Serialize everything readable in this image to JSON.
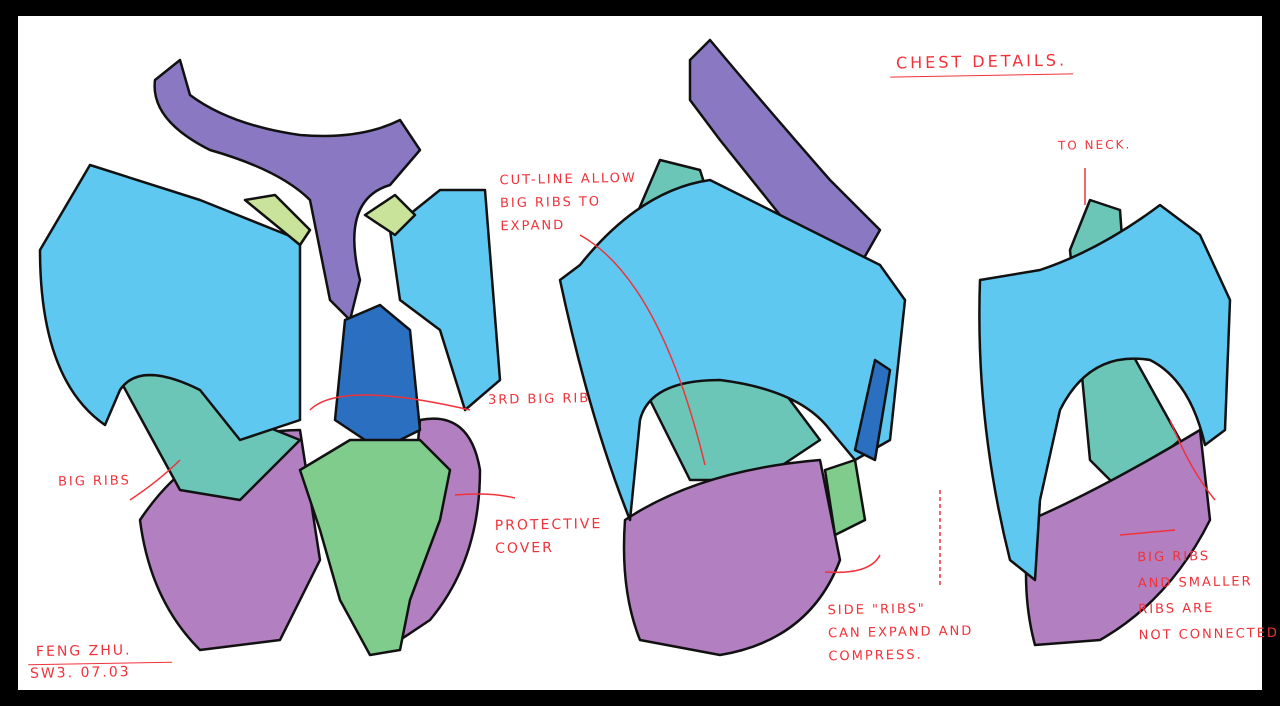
{
  "title": "CHEST DETAILS.",
  "annotations": {
    "to_neck": "TO NECK.",
    "cut_line": "CUT-LINE ALLOW\nBIG RIBS TO\nEXPAND",
    "third_big_rib": "3RD BIG RIB",
    "big_ribs": "BIG RIBS",
    "protective_cover": "PROTECTIVE\nCOVER",
    "side_ribs": "SIDE \"RIBS\"\nCAN EXPAND AND\nCOMPRESS.",
    "not_connected": "BIG RIBS\nAND SMALLER\nRIBS ARE\nNOT CONNECTED."
  },
  "signature": {
    "artist": "FENG ZHU.",
    "date": "SW3. 07.03"
  },
  "colors": {
    "shell": "#5fc8f0",
    "collar": "#8a78c2",
    "ribs": "#b27fc0",
    "spine": "#7fcc8c",
    "inner": "#6cc6b8",
    "cover": "#2a6fc0",
    "ink": "#f0323a"
  }
}
